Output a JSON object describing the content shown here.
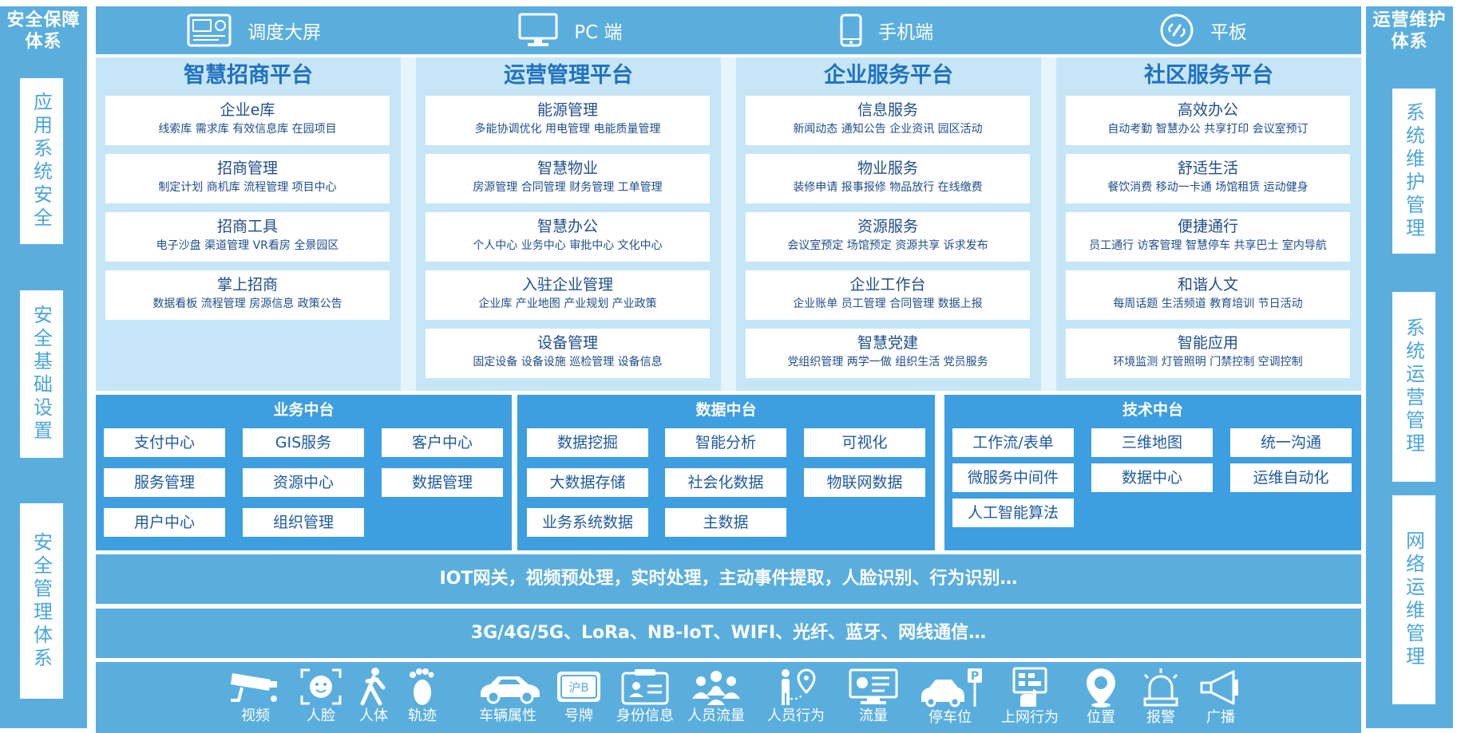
{
  "left": {
    "title_1": "安全保障",
    "title_2": "体系",
    "items": [
      "应用系统安全",
      "安全基础设置",
      "安全管理体系"
    ]
  },
  "right": {
    "title_1": "运营维护",
    "title_2": "体系",
    "items": [
      "系统维护管理",
      "系统运营管理",
      "网络运维管理"
    ]
  },
  "clients": [
    {
      "label": "调度大屏",
      "icon": "dashboard-screen-icon"
    },
    {
      "label": "PC 端",
      "icon": "monitor-icon"
    },
    {
      "label": "手机端",
      "icon": "mobile-phone-icon"
    },
    {
      "label": "平板",
      "icon": "tablet-link-icon"
    }
  ],
  "platforms": [
    {
      "title": "智慧招商平台",
      "cards": [
        {
          "title": "企业e库",
          "items": "线索库 需求库 有效信息库  在园项目"
        },
        {
          "title": "招商管理",
          "items": "制定计划  商机库  流程管理  项目中心"
        },
        {
          "title": "招商工具",
          "items": "电子沙盘 渠道管理  VR看房 全景园区"
        },
        {
          "title": "掌上招商",
          "items": "数据看板  流程管理  房源信息  政策公告"
        }
      ]
    },
    {
      "title": "运营管理平台",
      "cards": [
        {
          "title": "能源管理",
          "items": "多能协调优化 用电管理 电能质量管理"
        },
        {
          "title": "智慧物业",
          "items": "房源管理 合同管理 财务管理 工单管理"
        },
        {
          "title": "智慧办公",
          "items": "个人中心 业务中心 审批中心 文化中心"
        },
        {
          "title": "入驻企业管理",
          "items": "企业库 产业地图 产业规划 产业政策"
        },
        {
          "title": "设备管理",
          "items": "固定设备 设备设施 巡检管理 设备信息"
        }
      ]
    },
    {
      "title": "企业服务平台",
      "cards": [
        {
          "title": "信息服务",
          "items": "新闻动态 通知公告 企业资讯 园区活动"
        },
        {
          "title": "物业服务",
          "items": "装修申请 报事报修 物品放行 在线缴费"
        },
        {
          "title": "资源服务",
          "items": "会议室预定 场馆预定 资源共享 诉求发布"
        },
        {
          "title": "企业工作台",
          "items": "企业账单 员工管理 合同管理 数据上报"
        },
        {
          "title": "智慧党建",
          "items": "党组织管理 两学一做 组织生活 党员服务"
        }
      ]
    },
    {
      "title": "社区服务平台",
      "cards": [
        {
          "title": "高效办公",
          "items": "自动考勤 智慧办公 共享打印 会议室预订"
        },
        {
          "title": "舒适生活",
          "items": "餐饮消费 移动一卡通 场馆租赁 运动健身"
        },
        {
          "title": "便捷通行",
          "items": "员工通行 访客管理 智慧停车 共享巴士 室内导航"
        },
        {
          "title": "和谐人文",
          "items": "每周话题 生活频道 教育培训 节日活动"
        },
        {
          "title": "智能应用",
          "items": "环境监测  灯管照明  门禁控制  空调控制"
        }
      ]
    }
  ],
  "middle": [
    {
      "title": "业务中台",
      "chips": [
        "支付中心",
        "GIS服务",
        "客户中心",
        "服务管理",
        "资源中心",
        "数据管理",
        "用户中心",
        "组织管理"
      ]
    },
    {
      "title": "数据中台",
      "chips": [
        "数据挖掘",
        "智能分析",
        "可视化",
        "大数据存储",
        "社会化数据",
        "物联网数据",
        "业务系统数据",
        "主数据"
      ]
    },
    {
      "title": "技术中台",
      "chips": [
        "工作流/表单",
        "三维地图",
        "统一沟通",
        "微服务中间件",
        "数据中心",
        "运维自动化",
        "人工智能算法"
      ]
    }
  ],
  "band_processing": "IOT网关，视频预处理，实时处理，主动事件提取，人脸识别、行为识别…",
  "band_network": "3G/4G/5G、LoRa、NB-IoT、WIFI、光纤、蓝牙、网线通信…",
  "devices": [
    {
      "label": "视频",
      "icon": "camera-icon"
    },
    {
      "label": "人脸",
      "icon": "face-icon"
    },
    {
      "label": "人体",
      "icon": "walking-person-icon"
    },
    {
      "label": "轨迹",
      "icon": "footprint-icon"
    },
    {
      "label": "车辆属性",
      "icon": "car-icon"
    },
    {
      "label": "号牌",
      "icon": "license-plate-icon"
    },
    {
      "label": "身份信息",
      "icon": "id-card-icon"
    },
    {
      "label": "人员流量",
      "icon": "crowd-icon"
    },
    {
      "label": "人员行为",
      "icon": "person-location-icon"
    },
    {
      "label": "流量",
      "icon": "flow-monitor-icon"
    },
    {
      "label": "停车位",
      "icon": "parking-icon"
    },
    {
      "label": "上网行为",
      "icon": "network-behavior-icon"
    },
    {
      "label": "位置",
      "icon": "location-pin-icon"
    },
    {
      "label": "报警",
      "icon": "alarm-icon"
    },
    {
      "label": "广播",
      "icon": "broadcast-icon"
    }
  ],
  "plate_text": "沪B",
  "colors": {
    "bar_blue": "#5aaede",
    "middle_blue": "#3d9ee0",
    "platform_bg": "#c6e6f7",
    "title_blue": "#2272c0"
  }
}
